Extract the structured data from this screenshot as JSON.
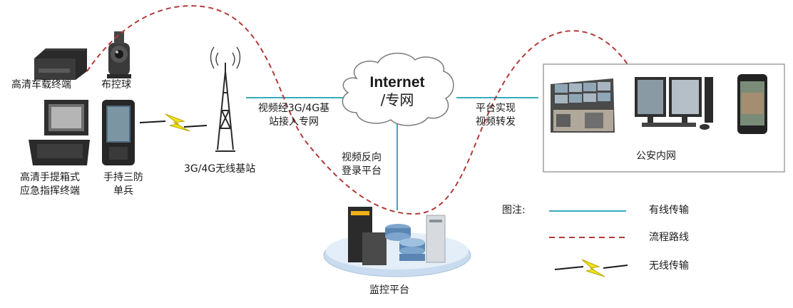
{
  "devices": {
    "vehicle_terminal": "高清车载终端",
    "ptz_dome": "布控球",
    "suitcase_line1": "高清手提箱式",
    "suitcase_line2": "应急指挥终端",
    "handheld_line1": "手持三防",
    "handheld_line2": "单兵"
  },
  "base_station": "3G/4G无线基站",
  "internet": {
    "line1": "Internet",
    "line2": "/专网"
  },
  "links": {
    "access_line1": "视频经3G/4G基",
    "access_line2": "站接入专网",
    "relay_line1": "平台实现",
    "relay_line2": "视频转发",
    "reverse_line1": "视频反向",
    "reverse_line2": "登录平台"
  },
  "police_network": "公安内网",
  "platform": "监控平台",
  "legend": {
    "title": "图注:",
    "wired": "有线传输",
    "process": "流程路线",
    "wireless": "无线传输"
  },
  "colors": {
    "wired_line": "#3aaab9",
    "process_line": "#b23a3a",
    "wireless_bolt": "#f2e21a"
  }
}
